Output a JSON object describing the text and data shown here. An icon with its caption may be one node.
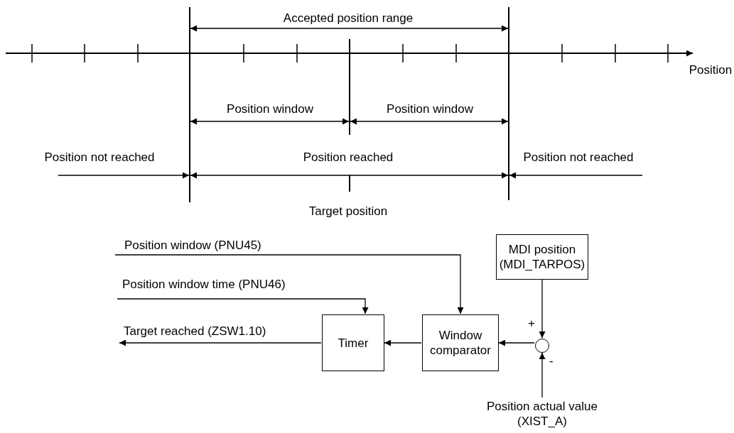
{
  "diagram": {
    "nodes": [
      {
        "text": [
          "MDI position (MDI_TARPOS)"
        ]
      },
      {
        "text": [
          "Timer"
        ]
      },
      {
        "text": [
          "Window comparator"
        ]
      },
      {
        "text": [],
        "shape": "circle"
      },
      {
        "text": [
          "Position actual value (XIST_A)"
        ]
      }
    ],
    "edges": [
      {
        "from": null,
        "to": 2,
        "arrow": "to",
        "label": "Position window (PNU45)"
      },
      {
        "from": null,
        "to": 1,
        "arrow": "to",
        "label": "Position window time (PNU46)"
      },
      {
        "from": 1,
        "to": null,
        "arrow": "to",
        "label": "Target reached (ZSW1.10)"
      },
      {
        "from": 2,
        "to": 1,
        "arrow": "to"
      },
      {
        "from": 3,
        "to": 2,
        "arrow": "to"
      },
      {
        "from": 0,
        "to": 3,
        "arrow": "to",
        "label": "+"
      },
      {
        "from": 4,
        "to": 3,
        "arrow": "to",
        "label": "-"
      }
    ],
    "labels": [
      "Accepted position range",
      "Position",
      "Position window",
      "Position window",
      "Position not reached",
      "Position reached",
      "Position not reached",
      "Target position"
    ]
  }
}
